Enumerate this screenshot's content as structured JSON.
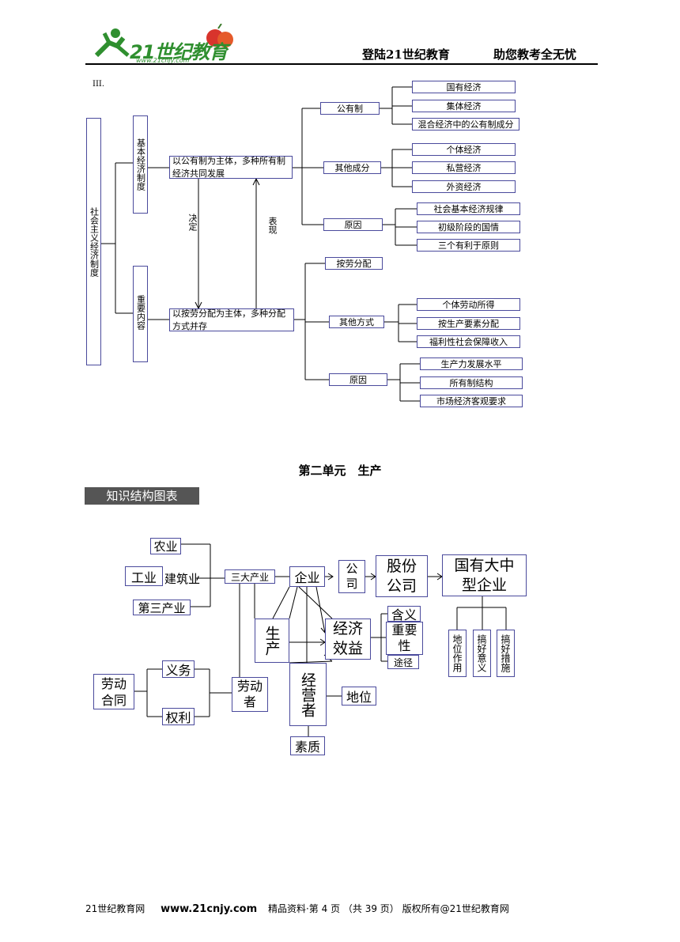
{
  "header": {
    "logo_text": "21世纪教育",
    "logo_url": "www.21cnjy.com",
    "slogan_left": "登陆21世纪教育",
    "slogan_right": "助您教考全无忧"
  },
  "section_marker": "III.",
  "diagram1": {
    "root": "社会主义经济制度",
    "branch1": "基本经济制度",
    "branch2": "重要内容",
    "ownership": "以公有制为主体，多种所有制经济共同发展",
    "distribution": "以按劳分配为主体，多种分配方式并存",
    "decides": "决定",
    "reflects": "表现",
    "public": "公有制",
    "public_items": [
      "国有经济",
      "集体经济",
      "混合经济中的公有制成分"
    ],
    "other_components": "其他成分",
    "other_items": [
      "个体经济",
      "私营经济",
      "外资经济"
    ],
    "reason1": "原因",
    "reason1_items": [
      "社会基本经济规律",
      "初级阶段的国情",
      "三个有利于原则"
    ],
    "by_labor": "按劳分配",
    "other_methods": "其他方式",
    "other_methods_items": [
      "个体劳动所得",
      "按生产要素分配",
      "福利性社会保障收入"
    ],
    "reason2": "原因",
    "reason2_items": [
      "生产力发展水平",
      "所有制结构",
      "市场经济客观要求"
    ]
  },
  "unit_title": "第二单元　生产",
  "knowledge_label": "知识结构图表",
  "diagram2": {
    "agriculture": "农业",
    "industry": "工业",
    "construction": "建筑业",
    "tertiary": "第三产业",
    "three_industries": "三大产业",
    "enterprise": "企业",
    "company": "公司",
    "joint_stock": "股份公司",
    "soe": "国有大中型企业",
    "soe_items": [
      "地位作用",
      "搞好意义",
      "搞好措施"
    ],
    "production": "生产",
    "economic_benefit": "经济效益",
    "meaning": "含义",
    "importance": "重要性",
    "approach": "途径",
    "labor_contract": "劳动合同",
    "obligation": "义务",
    "rights": "权利",
    "laborer": "劳动者",
    "operator": "经营者",
    "status": "地位",
    "quality": "素质"
  },
  "footer": {
    "site": "21世纪教育网",
    "url": "www.21cnjy.com",
    "page_info": "精品资料·第 4 页 （共 39 页） 版权所有@21世纪教育网"
  }
}
